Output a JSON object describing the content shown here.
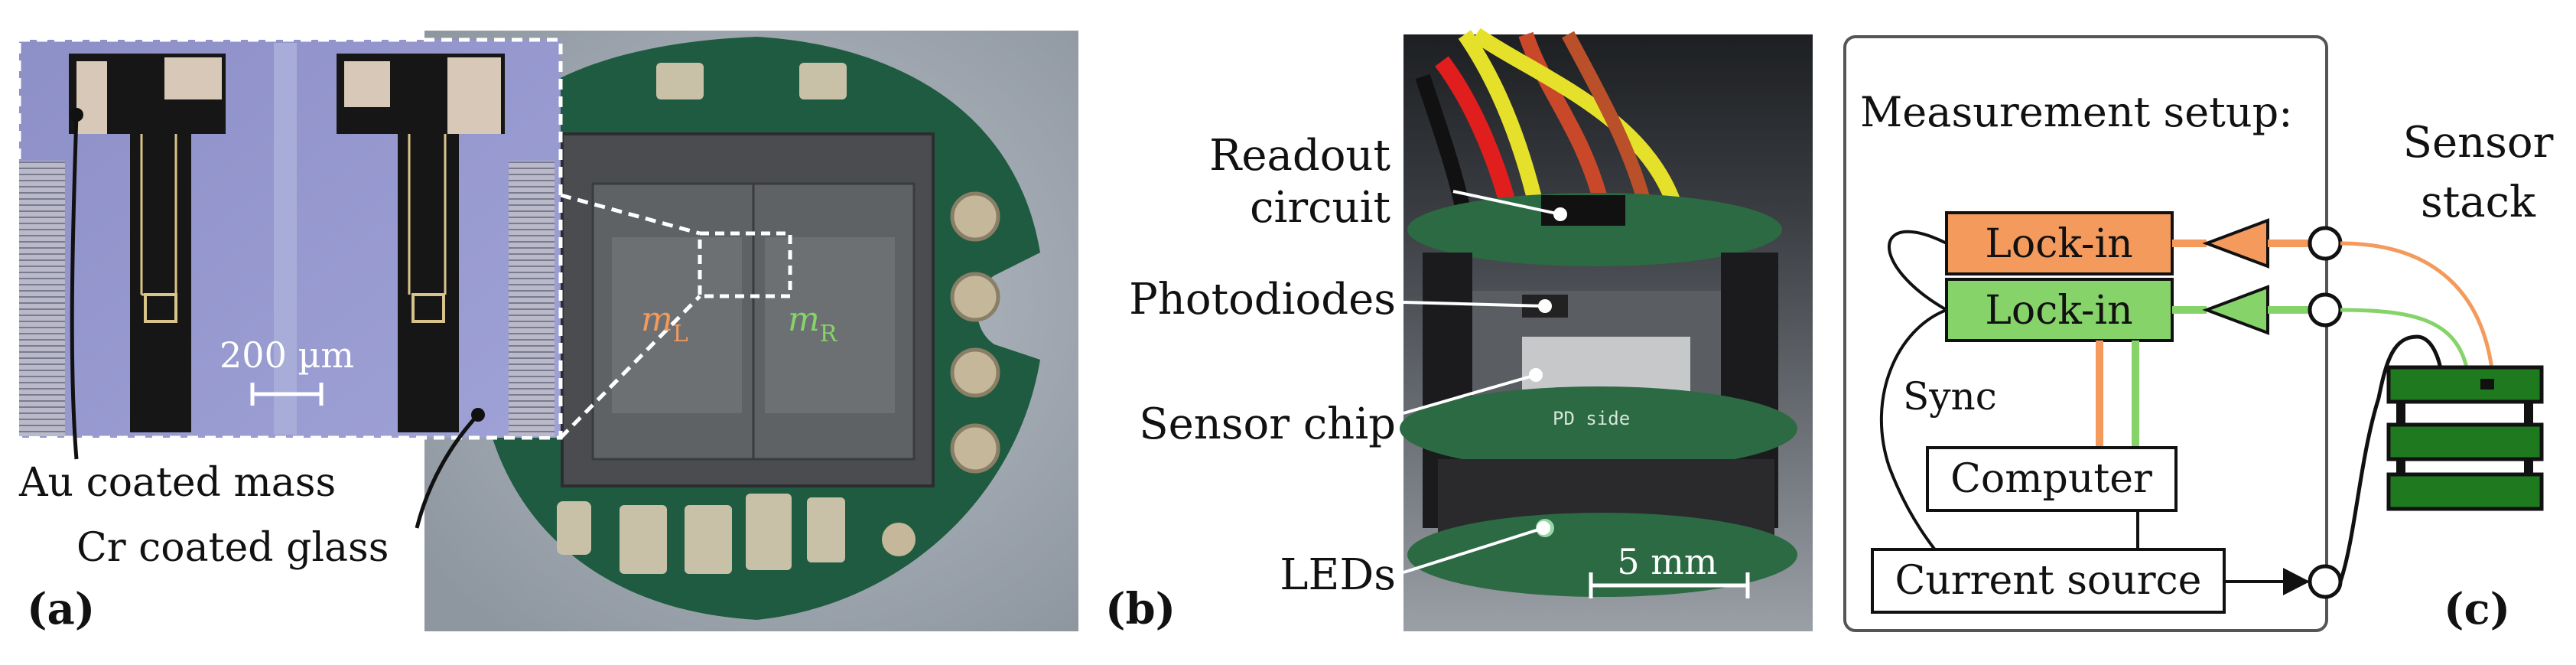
{
  "panels": {
    "a": {
      "tag": "(a)",
      "scale_text": "200 µm",
      "mass_left": "m",
      "mass_left_sub": "L",
      "mass_right": "m",
      "mass_right_sub": "R",
      "callout_au": "Au coated mass",
      "callout_cr": "Cr coated glass"
    },
    "b": {
      "tag": "(b)",
      "readout_line1": "Readout",
      "readout_line2": "circuit",
      "photodiodes": "Photodiodes",
      "sensor_chip": "Sensor chip",
      "leds": "LEDs",
      "scale_text": "5 mm",
      "pcb_text": "PD side"
    },
    "c": {
      "tag": "(c)",
      "box_title": "Measurement setup:",
      "lockin_top": "Lock-in",
      "lockin_bottom": "Lock-in",
      "sync": "Sync",
      "computer": "Computer",
      "current_source": "Current source",
      "sensor_stack_line1": "Sensor",
      "sensor_stack_line2": "stack"
    }
  },
  "colors": {
    "orange": "#f39a5c",
    "green": "#86d36a",
    "sensor_green": "#1f7a1f",
    "pcb_green": "#1e5a3e"
  }
}
